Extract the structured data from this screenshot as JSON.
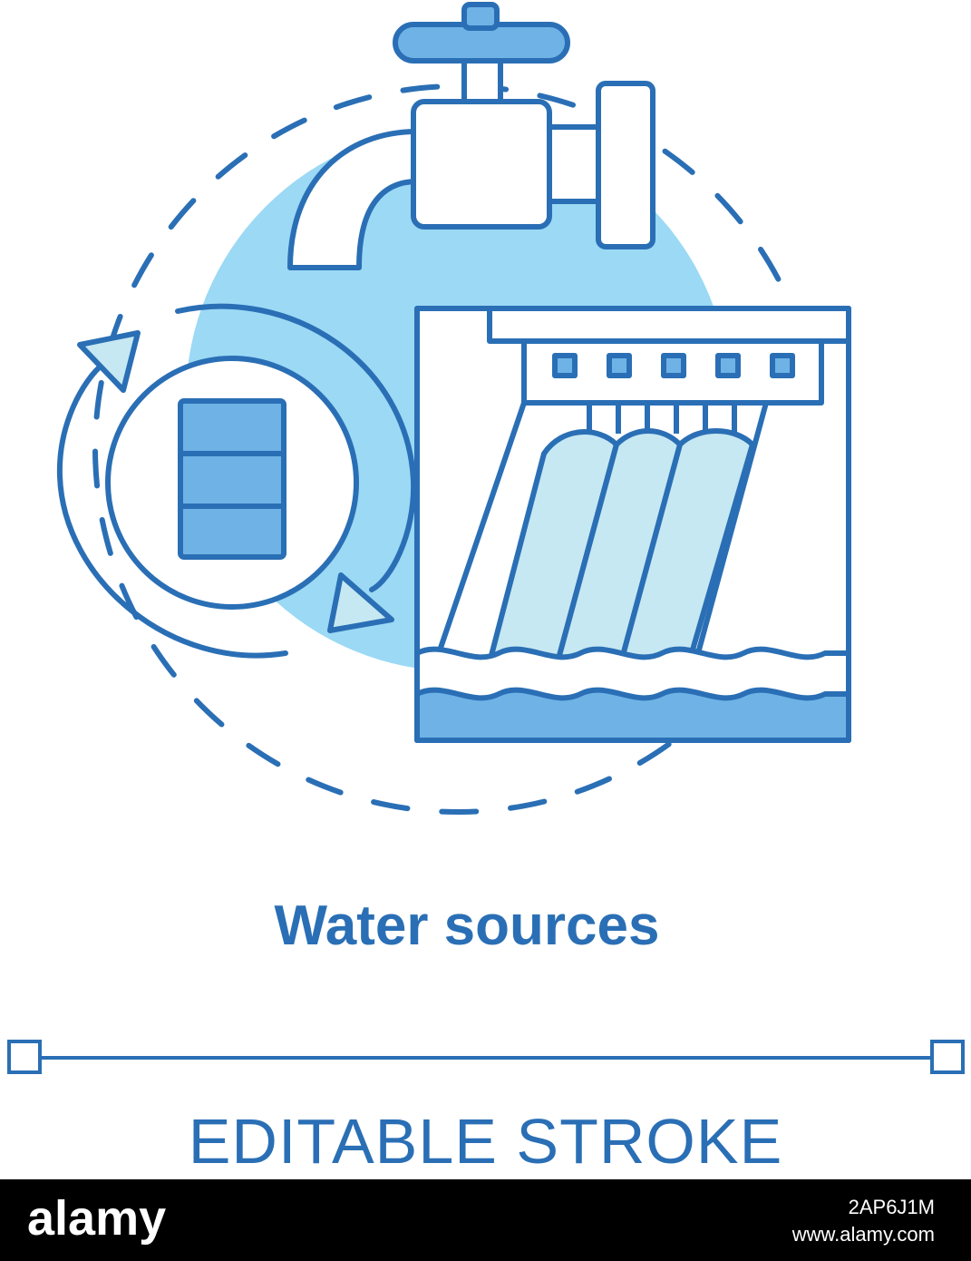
{
  "caption": "Water sources",
  "editable_label": "EDITABLE STROKE",
  "footer": {
    "logo_text": "alamy",
    "image_id": "2AP6J1M",
    "site": "www.alamy.com"
  },
  "icons": [
    "water-tap-icon",
    "oil-barrel-icon",
    "cycle-arrows-icon",
    "hydro-dam-icon"
  ],
  "colors": {
    "stroke": "#2a6fb5",
    "fill_circle": "#9bd9f5",
    "fill_dark": "#6fb3e6",
    "fill_light": "#c6e8f2",
    "footer_bg": "#000000"
  }
}
